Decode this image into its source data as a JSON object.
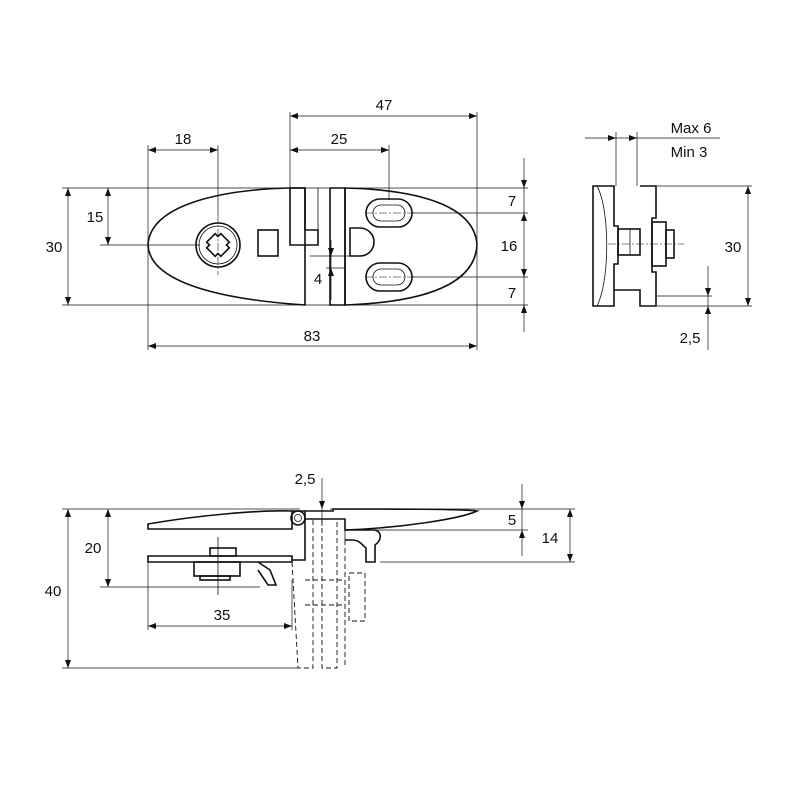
{
  "drawing": {
    "top_view": {
      "dims": {
        "width_screw_offset": "18",
        "width_hinge_offset": "25",
        "width_right_part": "47",
        "total_length": "83",
        "height_screw_offset": "15",
        "total_height": "30",
        "slot_top": "7",
        "slot_spacing": "16",
        "slot_bottom": "7",
        "gap": "4"
      }
    },
    "side_view": {
      "dims": {
        "glass_max": "Max 6",
        "glass_min": "Min 3",
        "height": "30",
        "offset": "2,5"
      }
    },
    "front_view": {
      "dims": {
        "pin_offset": "2,5",
        "plate_thickness": "5",
        "right_height": "14",
        "left_height": "20",
        "total_height": "40",
        "screw_offset": "35"
      }
    }
  }
}
